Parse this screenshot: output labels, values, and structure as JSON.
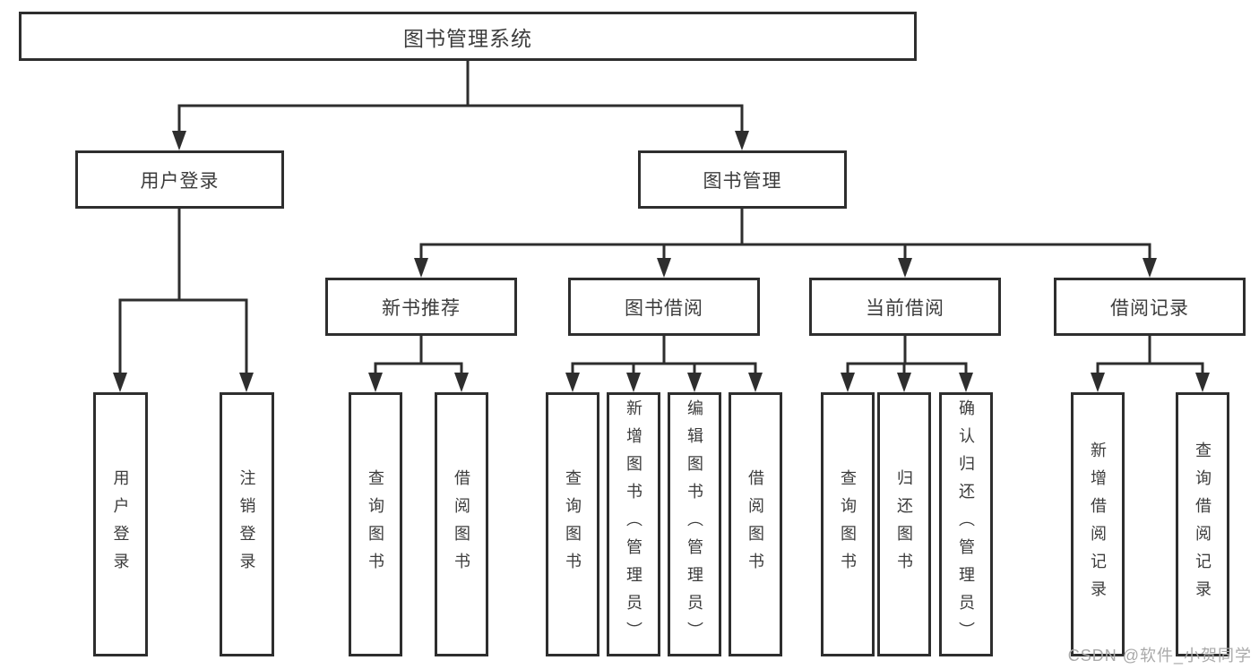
{
  "diagram": {
    "root": {
      "label": "图书管理系统"
    },
    "level2": [
      {
        "label": "用户登录"
      },
      {
        "label": "图书管理"
      }
    ],
    "level3": [
      {
        "label": "新书推荐"
      },
      {
        "label": "图书借阅"
      },
      {
        "label": "当前借阅"
      },
      {
        "label": "借阅记录"
      }
    ],
    "leaves": [
      {
        "label": "用户登录"
      },
      {
        "label": "注销登录"
      },
      {
        "label": "查询图书"
      },
      {
        "label": "借阅图书"
      },
      {
        "label": "查询图书"
      },
      {
        "label": "新增图书（管理员）"
      },
      {
        "label": "编辑图书（管理员）"
      },
      {
        "label": "借阅图书"
      },
      {
        "label": "查询图书"
      },
      {
        "label": "归还图书"
      },
      {
        "label": "确认归还（管理员）"
      },
      {
        "label": "新增借阅记录"
      },
      {
        "label": "查询借阅记录"
      }
    ]
  },
  "watermark": {
    "text": "CSDN @软件_小贺同学"
  },
  "colors": {
    "line": "#2e2e2e",
    "box_border": "#2e2e2e",
    "text": "#3c3c3c",
    "watermark": "#a9a9a9",
    "background": "#ffffff"
  }
}
